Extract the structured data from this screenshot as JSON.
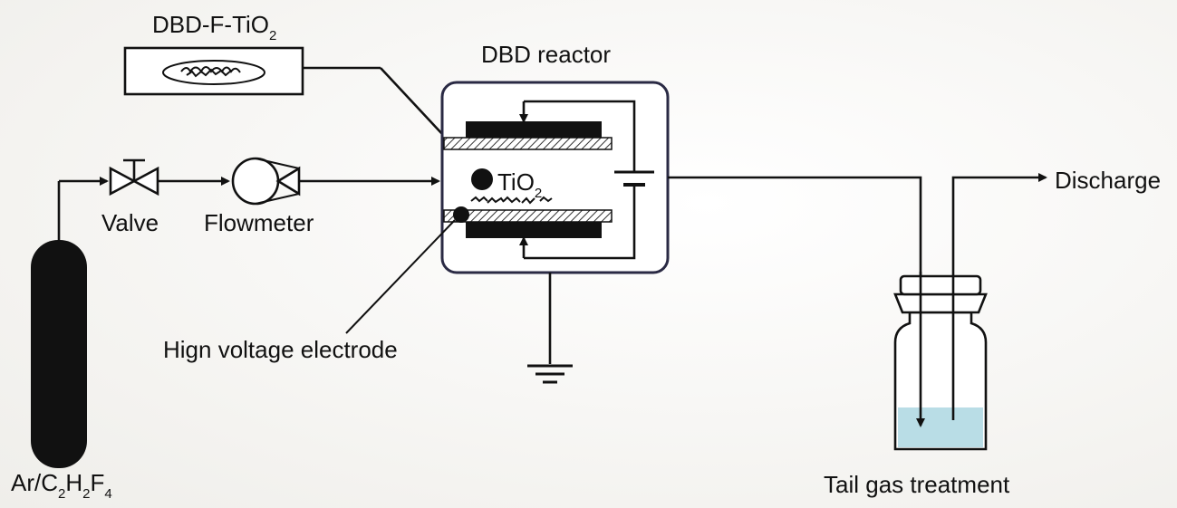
{
  "labels": {
    "product": "DBD-F-TiO",
    "product_sub": "2",
    "reactor": "DBD reactor",
    "tio2": "TiO",
    "tio2_sub": "2",
    "valve": "Valve",
    "flowmeter": "Flowmeter",
    "hv_electrode": "Hign voltage electrode",
    "discharge": "Discharge",
    "tail_gas": "Tail gas treatment",
    "gas_ar": "Ar/C",
    "gas_sub1": "2",
    "gas_h": "H",
    "gas_sub2": "2",
    "gas_f": "F",
    "gas_sub3": "4"
  },
  "colors": {
    "line": "#111111",
    "liquid": "#b9dde6",
    "reactor_border": "#2a2a44",
    "electrode_fill": "#7a7a7a"
  }
}
